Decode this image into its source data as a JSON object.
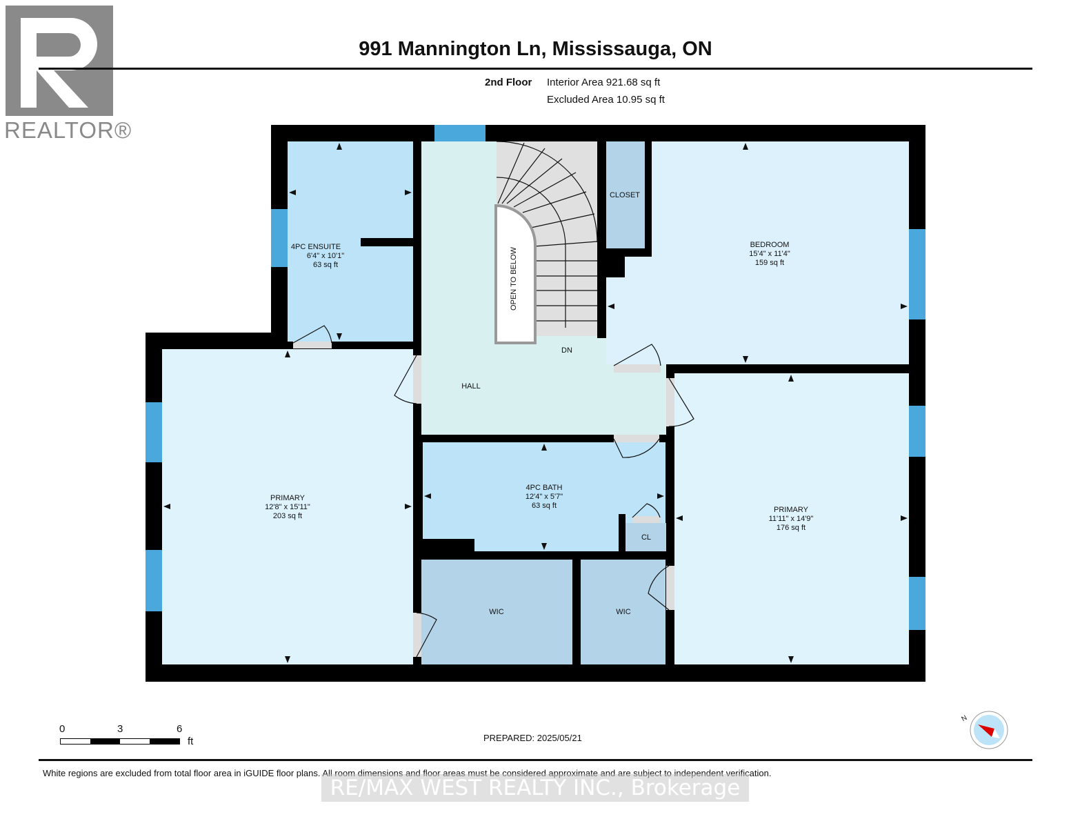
{
  "logo": {
    "text": "REALTOR®"
  },
  "header": {
    "title": "991 Mannington Ln, Mississauga, ON"
  },
  "floor": {
    "name": "2nd Floor",
    "interior_area": "Interior Area 921.68 sq ft",
    "excluded_area": "Excluded Area 10.95 sq ft"
  },
  "rooms": {
    "ensuite": {
      "name": "4PC ENSUITE",
      "dims": "6'4\" x 10'1\"",
      "area": "63 sq ft"
    },
    "bedroom": {
      "name": "BEDROOM",
      "dims": "15'4\" x 11'4\"",
      "area": "159 sq ft"
    },
    "primary_left": {
      "name": "PRIMARY",
      "dims": "12'8\" x 15'11\"",
      "area": "203 sq ft"
    },
    "bath": {
      "name": "4PC BATH",
      "dims": "12'4\" x 5'7\"",
      "area": "63 sq ft"
    },
    "primary_right": {
      "name": "PRIMARY",
      "dims": "11'11\" x 14'9\"",
      "area": "176 sq ft"
    },
    "closet": "CLOSET",
    "hall": "HALL",
    "dn": "DN",
    "open_below": "OPEN TO BELOW",
    "cl": "CL",
    "wic1": "WIC",
    "wic2": "WIC"
  },
  "scale": {
    "t0": "0",
    "t3": "3",
    "t6": "6",
    "unit": "ft"
  },
  "prepared": "PREPARED: 2025/05/21",
  "compass": {
    "label": "N"
  },
  "footer": {
    "disclaimer": "White regions are excluded from total floor area in iGUIDE floor plans. All room dimensions and floor areas must be considered approximate and are subject to independent verification.",
    "watermark": "RE/MAX WEST REALTY INC., Brokerage"
  },
  "colors": {
    "wall": "#000000",
    "window": "#4aa8dc",
    "room": "#dcf1fb",
    "bath": "#bde3f8",
    "closet": "#b3d3e8",
    "hall": "#d8f0f0"
  }
}
